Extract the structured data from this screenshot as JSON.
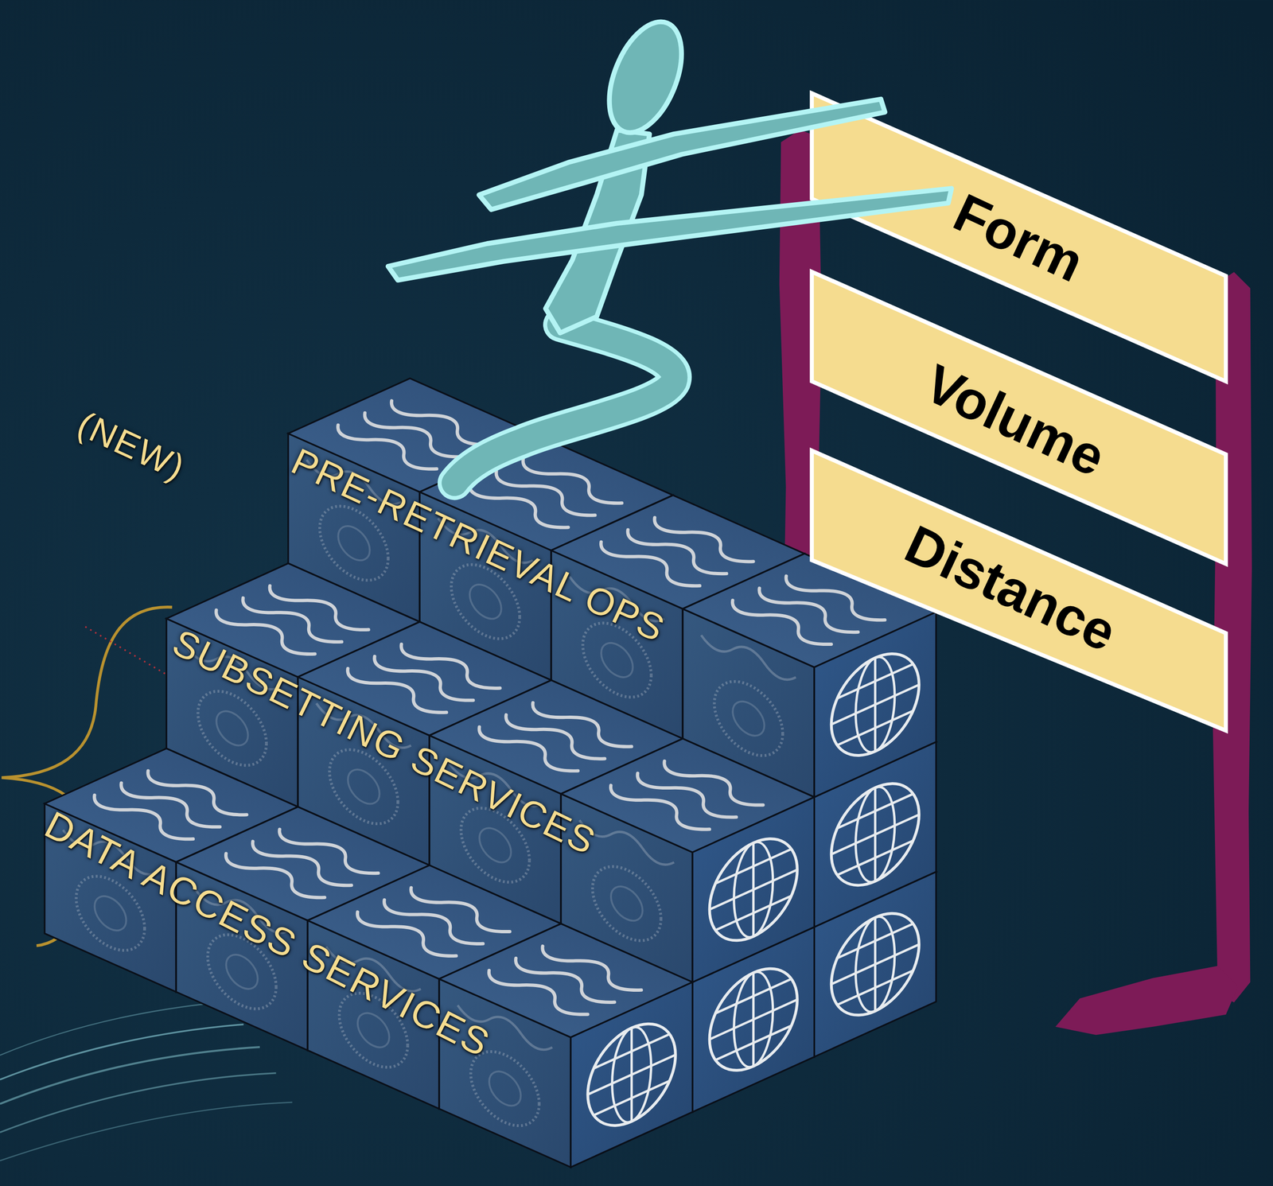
{
  "diagram": {
    "nodes": [
      {
        "text": [
          "PRE-RETRIEVAL OPS"
        ]
      },
      {
        "text": [
          "SUBSETTING SERVICES"
        ]
      },
      {
        "text": [
          "DATA ACCESS SERVICES"
        ]
      },
      {
        "text": [
          "Form"
        ]
      },
      {
        "text": [
          "Volume"
        ]
      },
      {
        "text": [
          "Distance"
        ]
      }
    ],
    "labels": [
      "(NEW)"
    ]
  }
}
